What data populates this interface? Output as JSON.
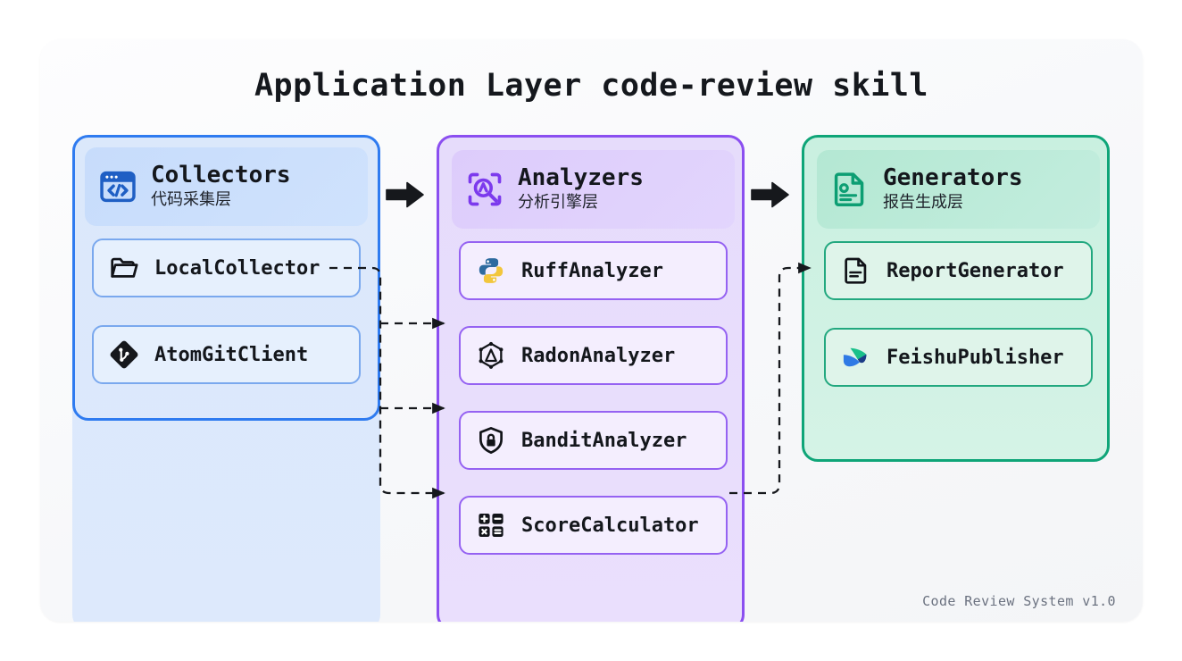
{
  "diagram": {
    "title": "Application Layer code-review skill",
    "footer": "Code Review System v1.0",
    "colors": {
      "collectors_accent": "#2f7bf0",
      "analyzers_accent": "#8b4ff0",
      "generators_accent": "#0fa578",
      "connector": "#1a1a1a",
      "card_background": "#f7f8fa"
    }
  },
  "columns": [
    {
      "key": "collectors",
      "title": "Collectors",
      "subtitle": "代码采集层",
      "header_icon": "code-window-icon",
      "items": [
        {
          "label": "LocalCollector",
          "icon": "folder-icon"
        },
        {
          "label": "AtomGitClient",
          "icon": "atomgit-icon"
        }
      ]
    },
    {
      "key": "analyzers",
      "title": "Analyzers",
      "subtitle": "分析引擎层",
      "header_icon": "scan-search-icon",
      "items": [
        {
          "label": "RuffAnalyzer",
          "icon": "python-icon"
        },
        {
          "label": "RadonAnalyzer",
          "icon": "hexagon-node-icon"
        },
        {
          "label": "BanditAnalyzer",
          "icon": "shield-lock-icon"
        },
        {
          "label": "ScoreCalculator",
          "icon": "calculator-icon"
        }
      ]
    },
    {
      "key": "generators",
      "title": "Generators",
      "subtitle": "报告生成层",
      "header_icon": "report-document-icon",
      "items": [
        {
          "label": "ReportGenerator",
          "icon": "document-lines-icon"
        },
        {
          "label": "FeishuPublisher",
          "icon": "feishu-icon"
        }
      ]
    }
  ],
  "flow_arrows": [
    {
      "name": "collectors-to-analyzers",
      "glyph": "arrow-right-solid"
    },
    {
      "name": "analyzers-to-generators",
      "glyph": "arrow-right-solid"
    }
  ],
  "connections": [
    {
      "from": "LocalCollector",
      "to": "RadonAnalyzer",
      "style": "dashed"
    },
    {
      "from": "LocalCollector",
      "to": "BanditAnalyzer",
      "style": "dashed"
    },
    {
      "from": "LocalCollector",
      "to": "ScoreCalculator",
      "style": "dashed"
    },
    {
      "from": "ScoreCalculator",
      "to": "ReportGenerator",
      "style": "dashed"
    }
  ]
}
